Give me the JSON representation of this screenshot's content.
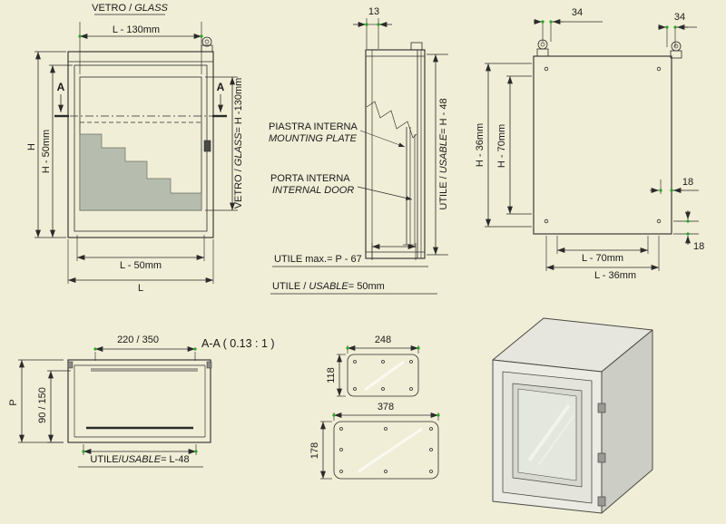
{
  "drawing": {
    "front": {
      "title_it": "VETRO / ",
      "title_en": "GLASS",
      "dim_glass_width": "L - 130mm",
      "dim_height": "H",
      "dim_door_height": "H - 50mm",
      "section_marker": "A",
      "dim_glass_height_it": "VETRO / ",
      "dim_glass_height_en": "GLASS",
      "dim_glass_height_eq": "= H -130mm",
      "dim_inner_width": "L - 50mm",
      "dim_width": "L"
    },
    "side": {
      "dim_door_thickness": "13",
      "mounting_plate_it": "PIASTRA INTERNA",
      "mounting_plate_en": "MOUNTING PLATE",
      "internal_door_it": "PORTA INTERNA",
      "internal_door_en": "INTERNAL DOOR",
      "dim_usable_height_it": "UTILE / ",
      "dim_usable_height_en": "USABLE",
      "dim_usable_height_eq": "= H - 48",
      "dim_usable_depth": "UTILE max.= P - 67",
      "dim_usable_door_it": "UTILE / ",
      "dim_usable_door_en": "USABLE",
      "dim_usable_door_eq": "= 50mm"
    },
    "back": {
      "dim_eyebolt_left": "34",
      "dim_eyebolt_right": "34",
      "dim_fix_h36": "H - 36mm",
      "dim_fix_h70": "H - 70mm",
      "dim_inset_right": "18",
      "dim_inset_bottom": "18",
      "dim_fix_l70": "L - 70mm",
      "dim_fix_l36": "L - 36mm"
    },
    "section": {
      "dim_opening": "220 / 350",
      "view_title": "A-A ( 0.13 : 1 )",
      "dim_inner_depth": "90 / 150",
      "dim_depth": "P",
      "dim_usable_it": "UTILE/",
      "dim_usable_en": "USABLE",
      "dim_usable_eq": "= L-48"
    },
    "plates": {
      "small_width": "248",
      "small_height": "118",
      "large_width": "378",
      "large_height": "178"
    }
  },
  "colors": {
    "background": "#f0eed6",
    "line": "#2b2b2b",
    "panel": "#f7f6ec",
    "glass_hatch": "#b7bdae",
    "grip": "#27a327",
    "iso_top": "#e6e6de",
    "iso_side": "#cccdc4",
    "iso_front": "#ebebe3",
    "iso_door": "#e4e4dc",
    "iso_frame": "#d7d9cf",
    "iso_glass": "#e3e7dd"
  }
}
